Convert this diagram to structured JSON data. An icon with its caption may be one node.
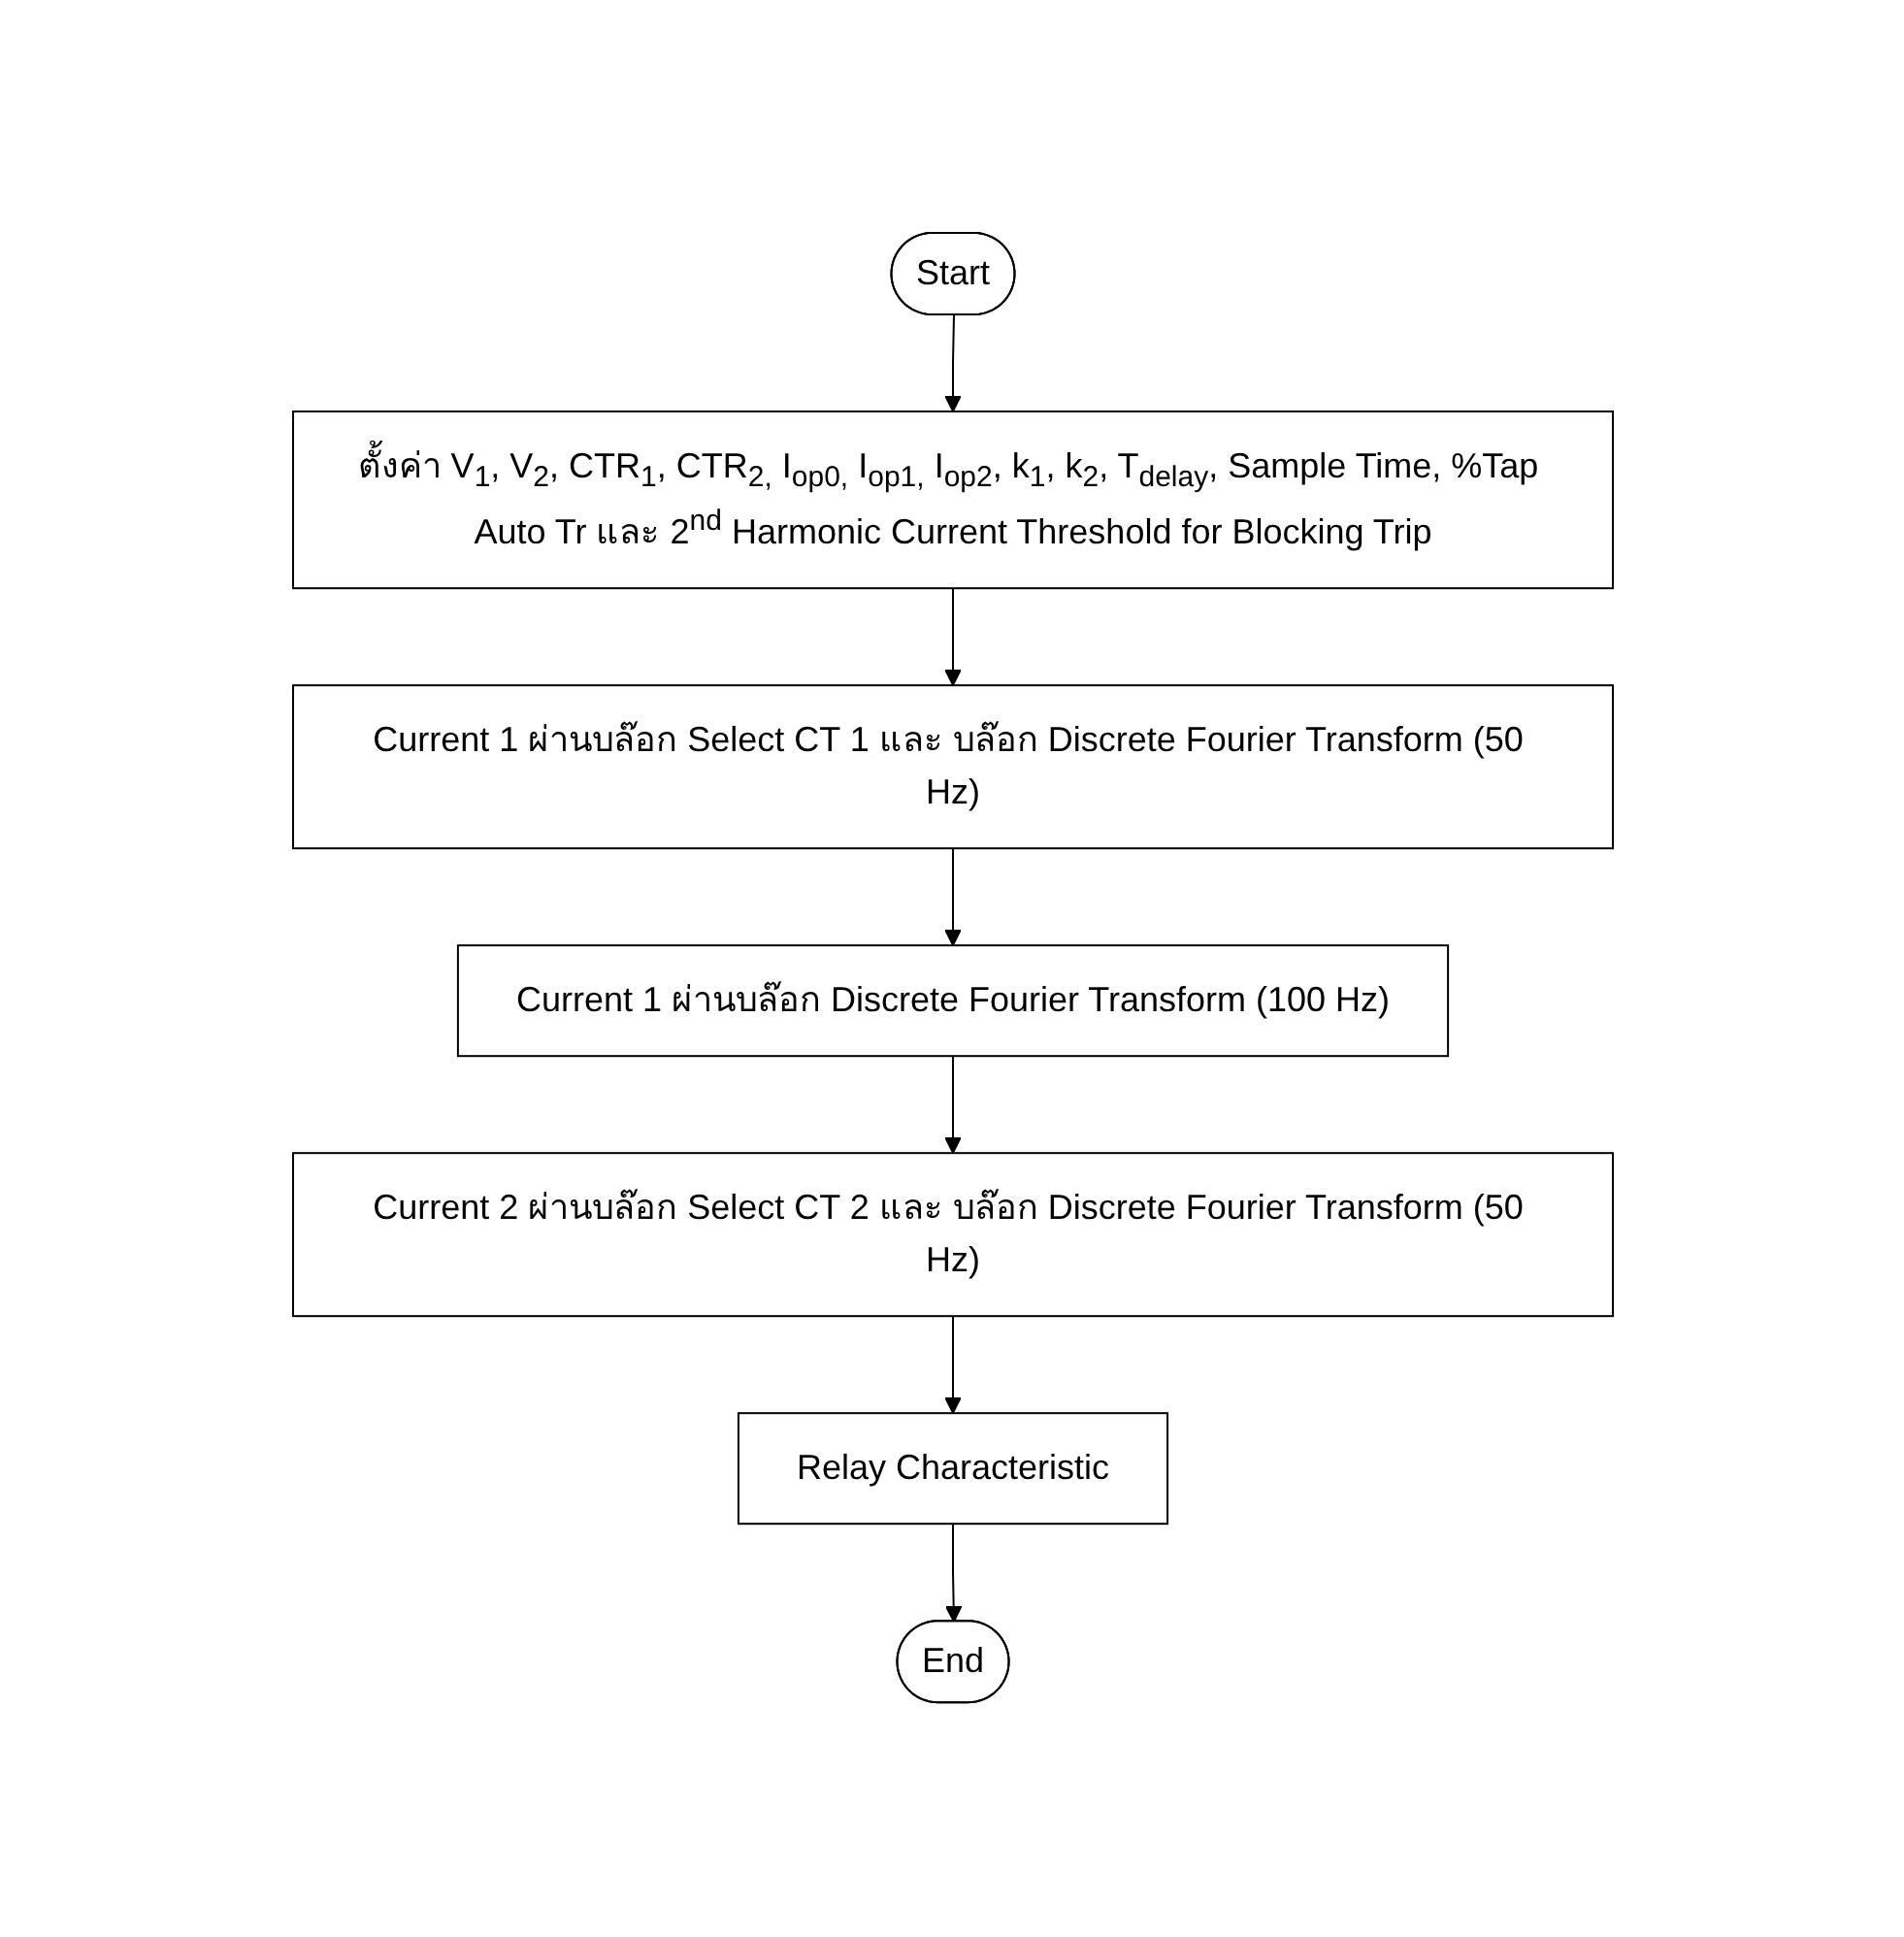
{
  "diagram": {
    "nodes": [
      {
        "text": [
          "Start"
        ]
      },
      {
        "text": [
          "ตั้งค่า V$_{1}$, V$_{2}$, CTR$_{1}$, CTR$_{2,}$ I$_{op0,}$ I$_{op1,}$ I$_{op2}$, k$_{1}$, k$_{2}$, T$_{delay}$, Sample Time, %Tap Auto Tr และ 2$^{nd}$ Harmonic Current Threshold for Blocking Trip"
        ]
      },
      {
        "text": [
          "Current 1 ผ่านบล๊อก Select CT 1 และ บล๊อก Discrete Fourier Transform (50 Hz)"
        ]
      },
      {
        "text": [
          "Current 1 ผ่านบล๊อก Discrete Fourier Transform (100 Hz)"
        ]
      },
      {
        "text": [
          "Current 2 ผ่านบล๊อก Select CT 2 และ บล๊อก Discrete Fourier Transform (50 Hz)"
        ]
      },
      {
        "text": [
          "Relay Characteristic"
        ]
      },
      {
        "text": [
          "End"
        ]
      }
    ],
    "edges": [
      {
        "from": 0,
        "to": 1,
        "arrow": "to"
      },
      {
        "from": 1,
        "to": 2,
        "arrow": "to"
      },
      {
        "from": 2,
        "to": 3,
        "arrow": "to"
      },
      {
        "from": 3,
        "to": 4,
        "arrow": "to"
      },
      {
        "from": 4,
        "to": 5,
        "arrow": "to"
      },
      {
        "from": 5,
        "to": 6,
        "arrow": "to"
      }
    ]
  }
}
